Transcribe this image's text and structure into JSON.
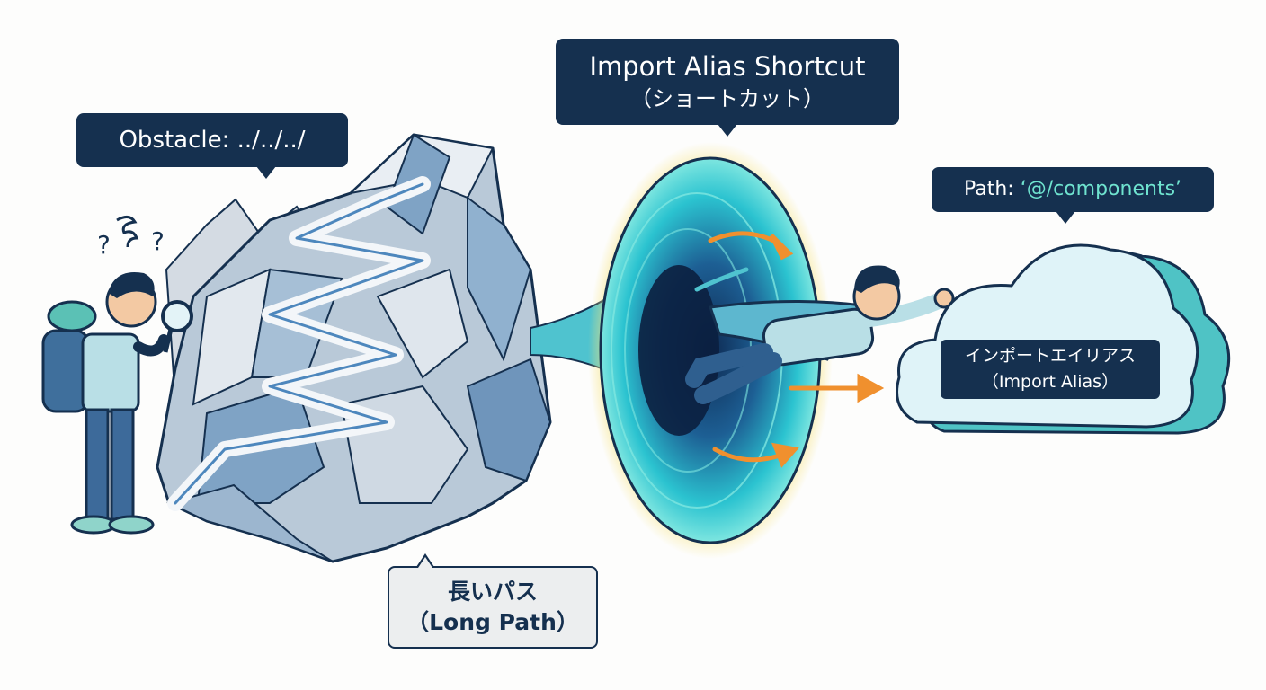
{
  "callouts": {
    "obstacle": "Obstacle: ../../../",
    "alias_title": "Import Alias Shortcut",
    "alias_sub": "（ショートカット）",
    "path_prefix": "Path: ",
    "path_value": "‘@/components’",
    "long_path_jp": "長いパス",
    "long_path_en": "（Long Path）",
    "cloud_jp": "インポートエイリアス",
    "cloud_en": "（Import Alias）"
  },
  "colors": {
    "navy": "#15304f",
    "portal": "#2bc3d0",
    "glow": "#f6e27a",
    "arrow_orange": "#f0902e",
    "cloud": "#dff3f8",
    "mountain": "#a9c3db"
  },
  "icons": [
    "question-mark-icon",
    "magnifier-icon",
    "backpack-icon",
    "arrow-icon"
  ]
}
